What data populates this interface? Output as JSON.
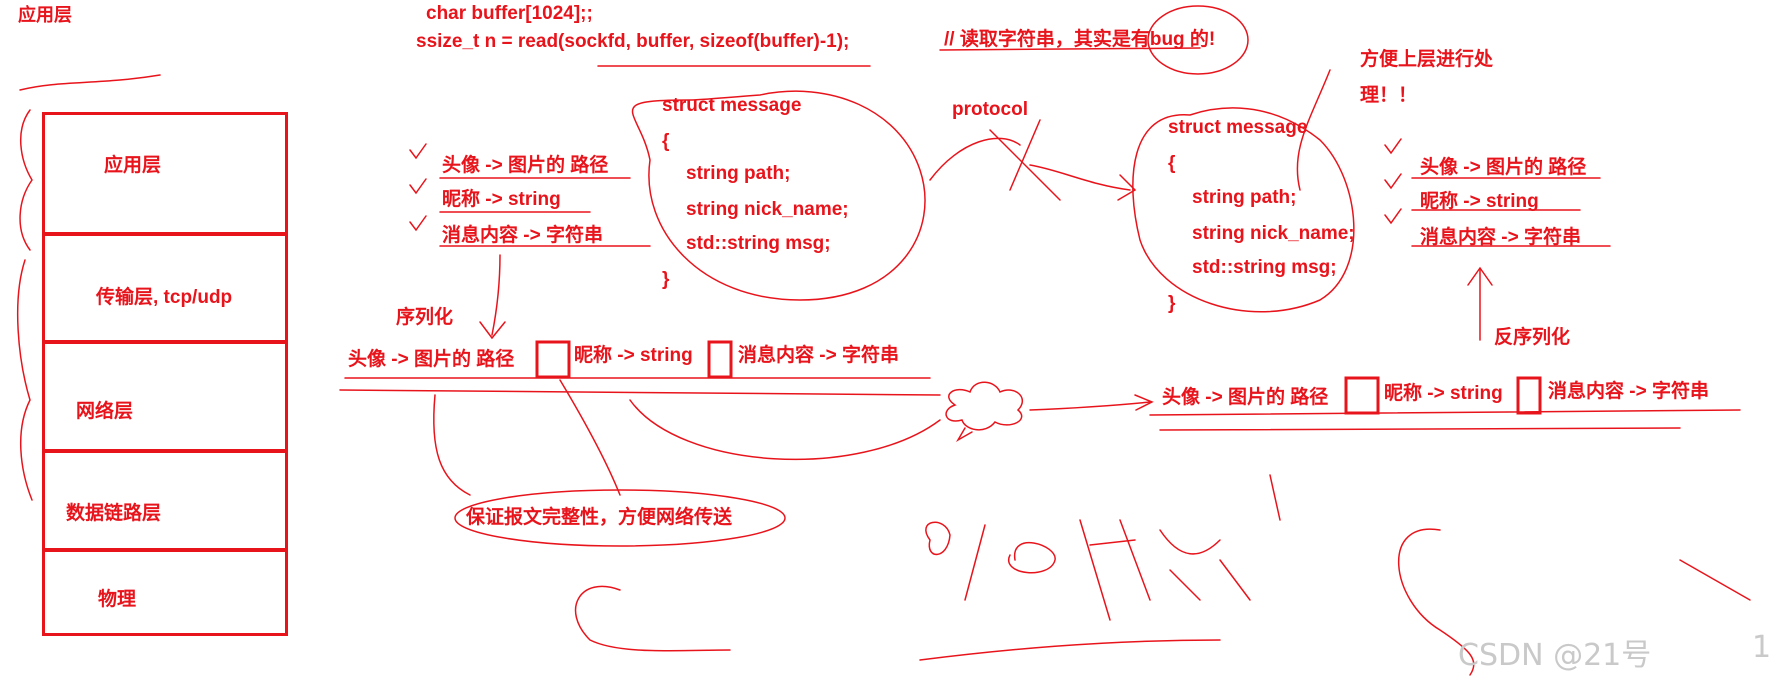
{
  "title_top_left": "应用层",
  "code_lines": {
    "line1": "char buffer[1024];;",
    "line2": "ssize_t n  = read(sockfd, buffer, sizeof(buffer)-1);",
    "comment": "// 读取字符串，其实是有bug 的!"
  },
  "layers": {
    "app": "应用层",
    "transport": "传输层, tcp/udp",
    "network": "网络层",
    "datalink": "数据链路层",
    "physical": "物理"
  },
  "left_struct": {
    "header": "struct message",
    "open": "{",
    "field1": "string path;",
    "field2": "string nick_name;",
    "field3": "std::string msg;",
    "close": "}"
  },
  "right_struct": {
    "header": "struct message",
    "open": "{",
    "field1": "string path;",
    "field2": "string nick_name;",
    "field3": "std::string msg;",
    "close": "}"
  },
  "left_fields": {
    "f1": "头像 -> 图片的 路径",
    "f2": "昵称 -> string",
    "f3": "消息内容 -> 字符串"
  },
  "right_fields": {
    "f1": "头像 -> 图片的 路径",
    "f2": "昵称 -> string",
    "f3": "消息内容 -> 字符串"
  },
  "protocol_label": "protocol",
  "upper_note": {
    "line1": "方便上层进行处",
    "line2": "理！！"
  },
  "serialize_label": "序列化",
  "deserialize_label": "反序列化",
  "left_serialized": {
    "p1": "头像 -> 图片的 路径",
    "p2": "昵称 -> string",
    "p3": "消息内容 -> 字符串"
  },
  "right_serialized": {
    "p1": "头像 -> 图片的 路径",
    "p2": "昵称 -> string",
    "p3": "消息内容 -> 字符串"
  },
  "guarantee_note": "保证报文完整性，方便网络传送",
  "watermark": "CSDN @21号",
  "page_corner": "1",
  "colors": {
    "ink": "#e8141c",
    "watermark": "#c9c9c9"
  }
}
